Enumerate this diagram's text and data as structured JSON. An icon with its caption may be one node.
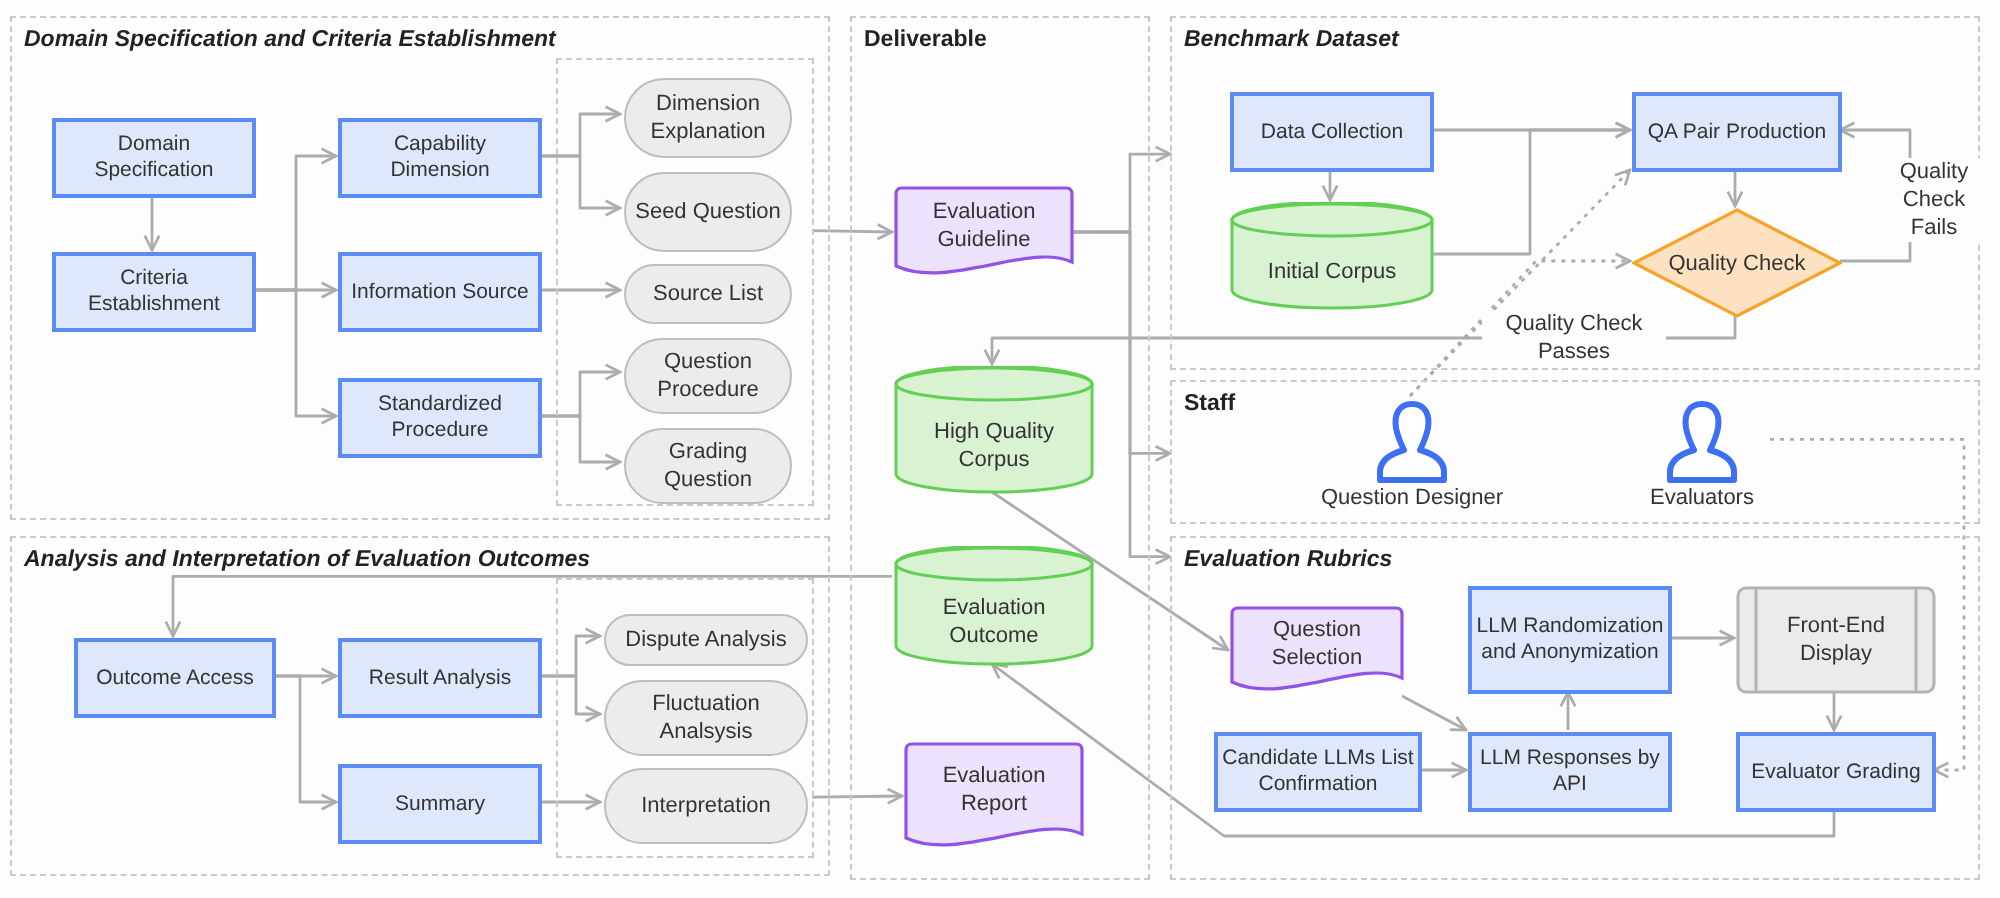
{
  "diagram": {
    "nodes": [
      {
        "text": [
          "Domain Specification and Criteria Establishment"
        ]
      },
      {
        "text": [
          "Domain Specification"
        ],
        "in": 0
      },
      {
        "text": [
          "Criteria Establishment"
        ],
        "in": 0
      },
      {
        "text": [
          "Capability Dimension"
        ],
        "in": 0
      },
      {
        "text": [
          "Information Source"
        ],
        "in": 0
      },
      {
        "text": [
          "Standardized Procedure"
        ],
        "in": 0
      },
      {
        "text": [],
        "shape": "box",
        "in": 0
      },
      {
        "text": [
          "Dimension Explanation"
        ],
        "in": 6
      },
      {
        "text": [
          "Seed Question"
        ],
        "in": 6
      },
      {
        "text": [
          "Source List"
        ],
        "in": 6
      },
      {
        "text": [
          "Question Procedure"
        ],
        "in": 6
      },
      {
        "text": [
          "Grading Question"
        ],
        "in": 6
      },
      {
        "text": [
          "Analysis and Interpretation of Evaluation Outcomes"
        ]
      },
      {
        "text": [
          "Outcome Access"
        ],
        "in": 12
      },
      {
        "text": [
          "Result Analysis"
        ],
        "in": 12
      },
      {
        "text": [
          "Summary"
        ],
        "in": 12
      },
      {
        "text": [],
        "shape": "box",
        "in": 12
      },
      {
        "text": [
          "Dispute Analysis"
        ],
        "in": 16
      },
      {
        "text": [
          "Fluctuation Analsysis"
        ],
        "in": 16
      },
      {
        "text": [
          "Interpretation"
        ],
        "in": 16
      },
      {
        "text": [
          "Deliverable"
        ]
      },
      {
        "text": [
          "Evaluation Guideline"
        ],
        "in": 20
      },
      {
        "text": [
          "High Quality Corpus"
        ],
        "in": 20
      },
      {
        "text": [
          "Evaluation Outcome"
        ],
        "in": 20
      },
      {
        "text": [
          "Evaluation Report"
        ],
        "in": 20
      },
      {
        "text": [
          "Benchmark Dataset"
        ]
      },
      {
        "text": [
          "Data Collection"
        ],
        "in": 25
      },
      {
        "text": [
          "Initial Corpus"
        ],
        "in": 25
      },
      {
        "text": [
          "QA Pair Production"
        ],
        "in": 25
      },
      {
        "text": [
          "Quality Check"
        ],
        "in": 25
      },
      {
        "text": [
          "Staff"
        ]
      },
      {
        "text": [
          "Question Designer"
        ],
        "in": 30
      },
      {
        "text": [
          "Evaluators"
        ],
        "in": 30
      },
      {
        "text": [
          "Evaluation Rubrics"
        ]
      },
      {
        "text": [
          "Question Selection"
        ],
        "in": 33
      },
      {
        "text": [
          "LLM Randomization and Anonymization"
        ],
        "in": 33
      },
      {
        "text": [
          "Front-End Display"
        ],
        "in": 33
      },
      {
        "text": [
          "Candidate LLMs List Confirmation"
        ],
        "in": 33
      },
      {
        "text": [
          "LLM Responses by API"
        ],
        "in": 33
      },
      {
        "text": [
          "Evaluator Grading"
        ],
        "in": 33
      }
    ],
    "edges": [
      {
        "from": 1,
        "to": 2,
        "arrow": "to"
      },
      {
        "from": 2,
        "to": 3,
        "arrow": "to"
      },
      {
        "from": 2,
        "to": 4,
        "arrow": "to"
      },
      {
        "from": 2,
        "to": 5,
        "arrow": "to"
      },
      {
        "from": 3,
        "to": 7,
        "arrow": "to"
      },
      {
        "from": 3,
        "to": 8,
        "arrow": "to"
      },
      {
        "from": 4,
        "to": 9,
        "arrow": "to"
      },
      {
        "from": 5,
        "to": 10,
        "arrow": "to"
      },
      {
        "from": 5,
        "to": 11,
        "arrow": "to"
      },
      {
        "from": 6,
        "to": 21,
        "arrow": "to"
      },
      {
        "from": 21,
        "to": 25,
        "arrow": "to"
      },
      {
        "from": 21,
        "to": 30,
        "arrow": "to"
      },
      {
        "from": 21,
        "to": 33,
        "arrow": "to"
      },
      {
        "from": 26,
        "to": 27,
        "arrow": "to"
      },
      {
        "from": 26,
        "to": 28,
        "arrow": "to"
      },
      {
        "from": 27,
        "to": 28,
        "arrow": "to"
      },
      {
        "from": 28,
        "to": 29,
        "arrow": "to"
      },
      {
        "from": 29,
        "to": 28,
        "label": "Quality Check Fails",
        "arrow": "to"
      },
      {
        "from": 29,
        "to": 22,
        "label": "Quality Check Passes",
        "arrow": "to"
      },
      {
        "from": 31,
        "to": 28,
        "arrow": "to",
        "style": "dashed"
      },
      {
        "from": 31,
        "to": 29,
        "arrow": "to",
        "style": "dashed"
      },
      {
        "from": 32,
        "to": 39,
        "arrow": "to",
        "style": "dashed"
      },
      {
        "from": 22,
        "to": 34,
        "arrow": "to"
      },
      {
        "from": 34,
        "to": 38,
        "arrow": "to"
      },
      {
        "from": 37,
        "to": 38,
        "arrow": "to"
      },
      {
        "from": 38,
        "to": 35,
        "arrow": "to"
      },
      {
        "from": 35,
        "to": 36,
        "arrow": "to"
      },
      {
        "from": 36,
        "to": 39,
        "arrow": "to"
      },
      {
        "from": 39,
        "to": 23,
        "arrow": "to"
      },
      {
        "from": 23,
        "to": 13,
        "arrow": "to"
      },
      {
        "from": 13,
        "to": 14,
        "arrow": "to"
      },
      {
        "from": 13,
        "to": 15,
        "arrow": "to"
      },
      {
        "from": 14,
        "to": 17,
        "arrow": "to"
      },
      {
        "from": 14,
        "to": 18,
        "arrow": "to"
      },
      {
        "from": 15,
        "to": 19,
        "arrow": "to"
      },
      {
        "from": 16,
        "to": 24,
        "arrow": "to"
      }
    ]
  }
}
